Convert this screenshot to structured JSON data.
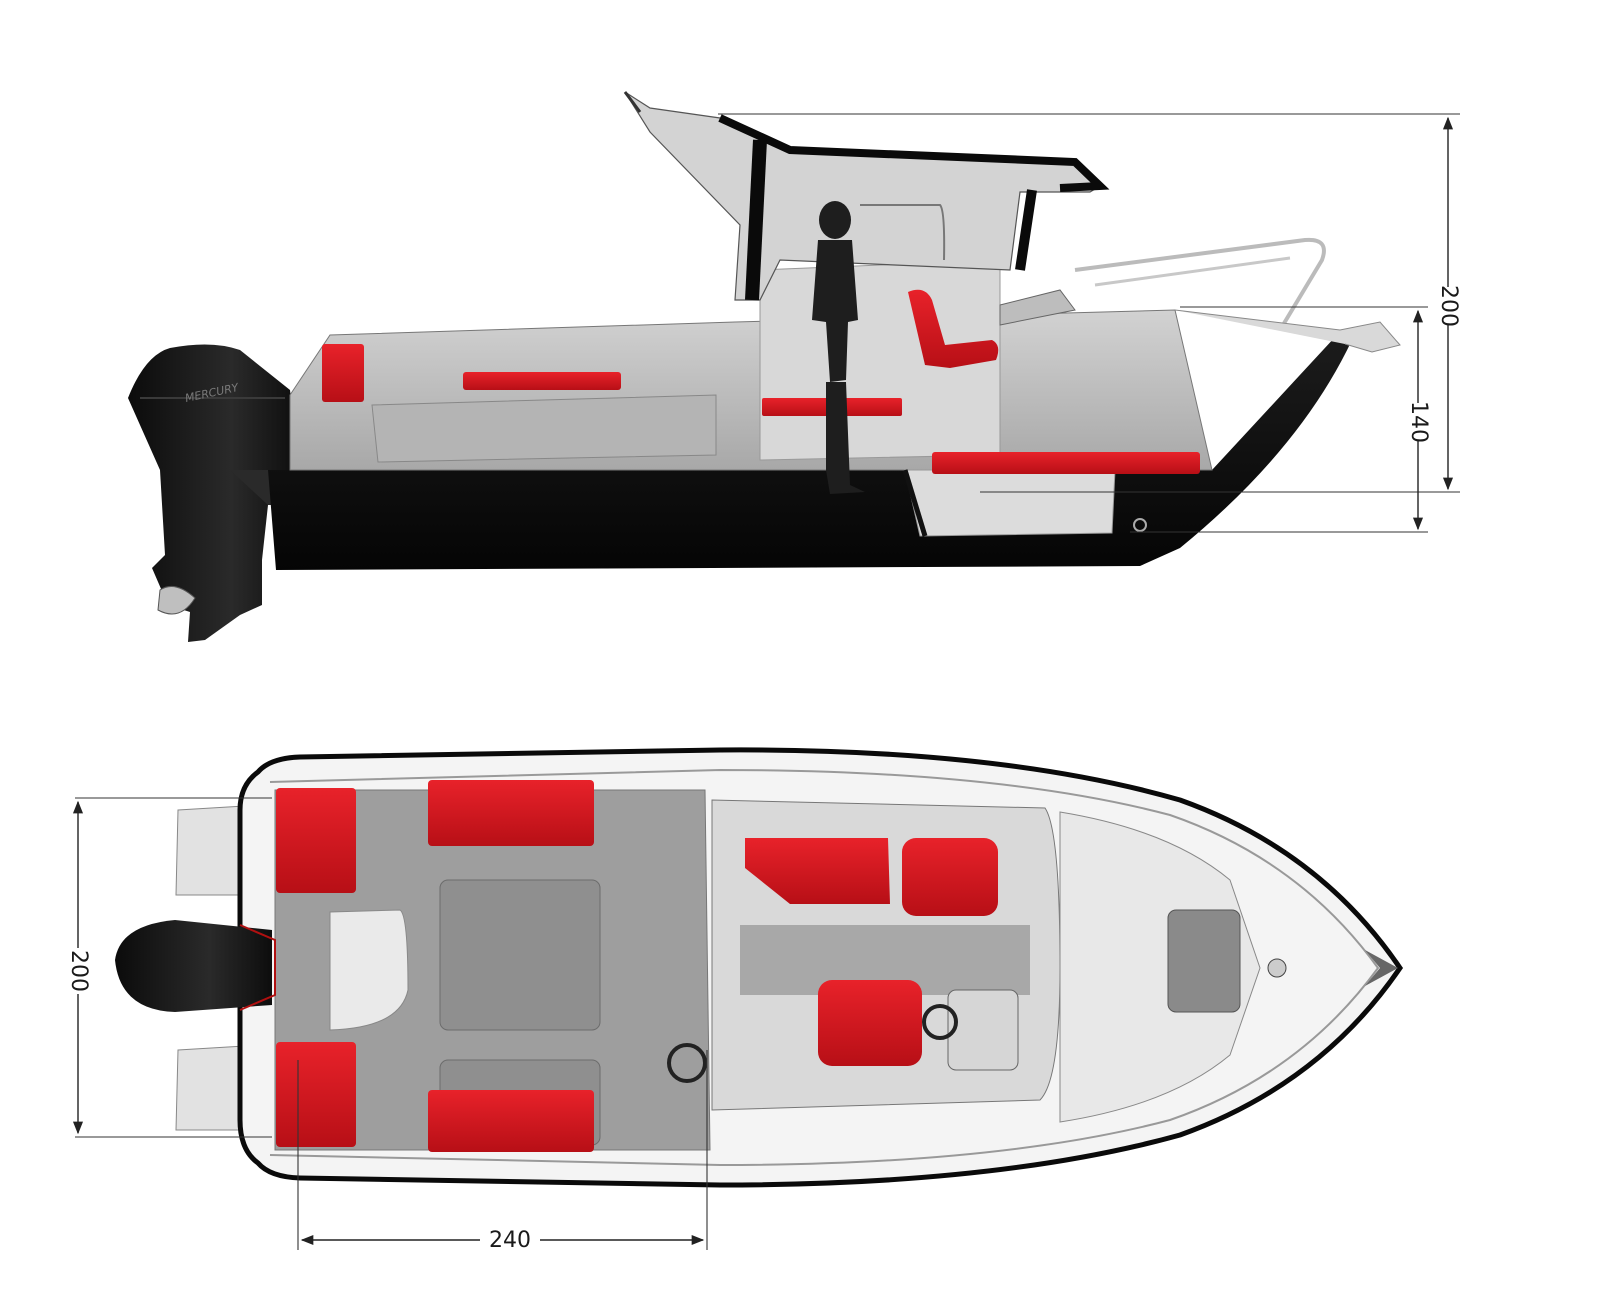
{
  "dimensions": {
    "side_height_total": "200",
    "side_height_cabin": "140",
    "top_beam": "200",
    "top_cockpit_length": "240"
  },
  "brand_mark": "MERCURY",
  "colors": {
    "upholstery": "#d8141c",
    "hull_dark": "#121212",
    "deck_gray": "#9c9c9c",
    "deck_light": "#c9c9c9",
    "panel_white": "#ececec"
  }
}
